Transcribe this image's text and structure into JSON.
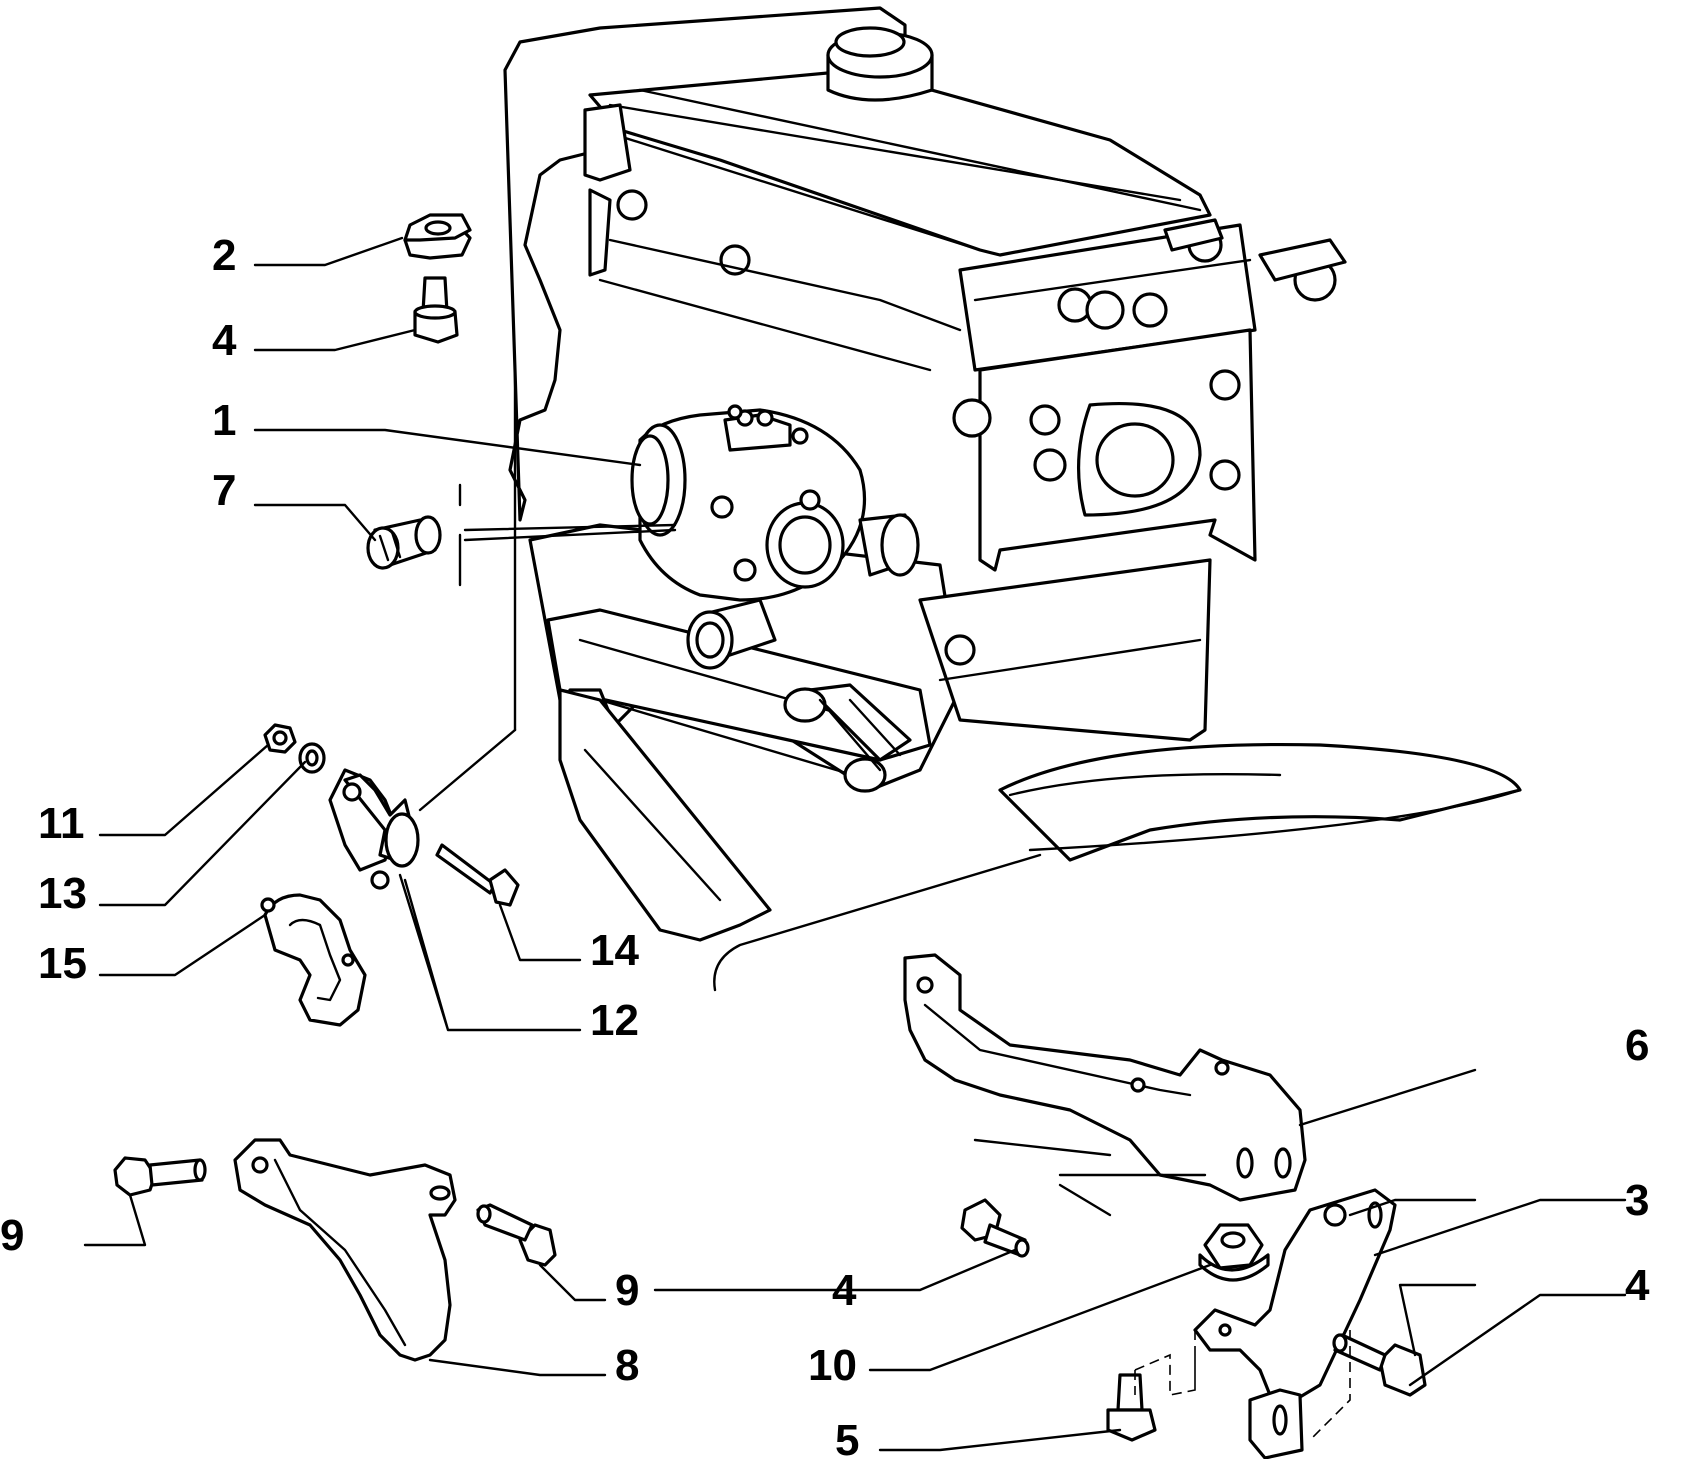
{
  "callouts": {
    "c1": "1",
    "c2": "2",
    "c3": "3",
    "c4a": "4",
    "c4b": "4",
    "c4c": "4",
    "c5": "5",
    "c6": "6",
    "c7": "7",
    "c8": "8",
    "c9a": "9",
    "c9b": "9",
    "c10": "10",
    "c11": "11",
    "c12": "12",
    "c13": "13",
    "c14": "14",
    "c15": "15"
  },
  "colors": {
    "ink": "#000000",
    "paper": "#ffffff"
  }
}
